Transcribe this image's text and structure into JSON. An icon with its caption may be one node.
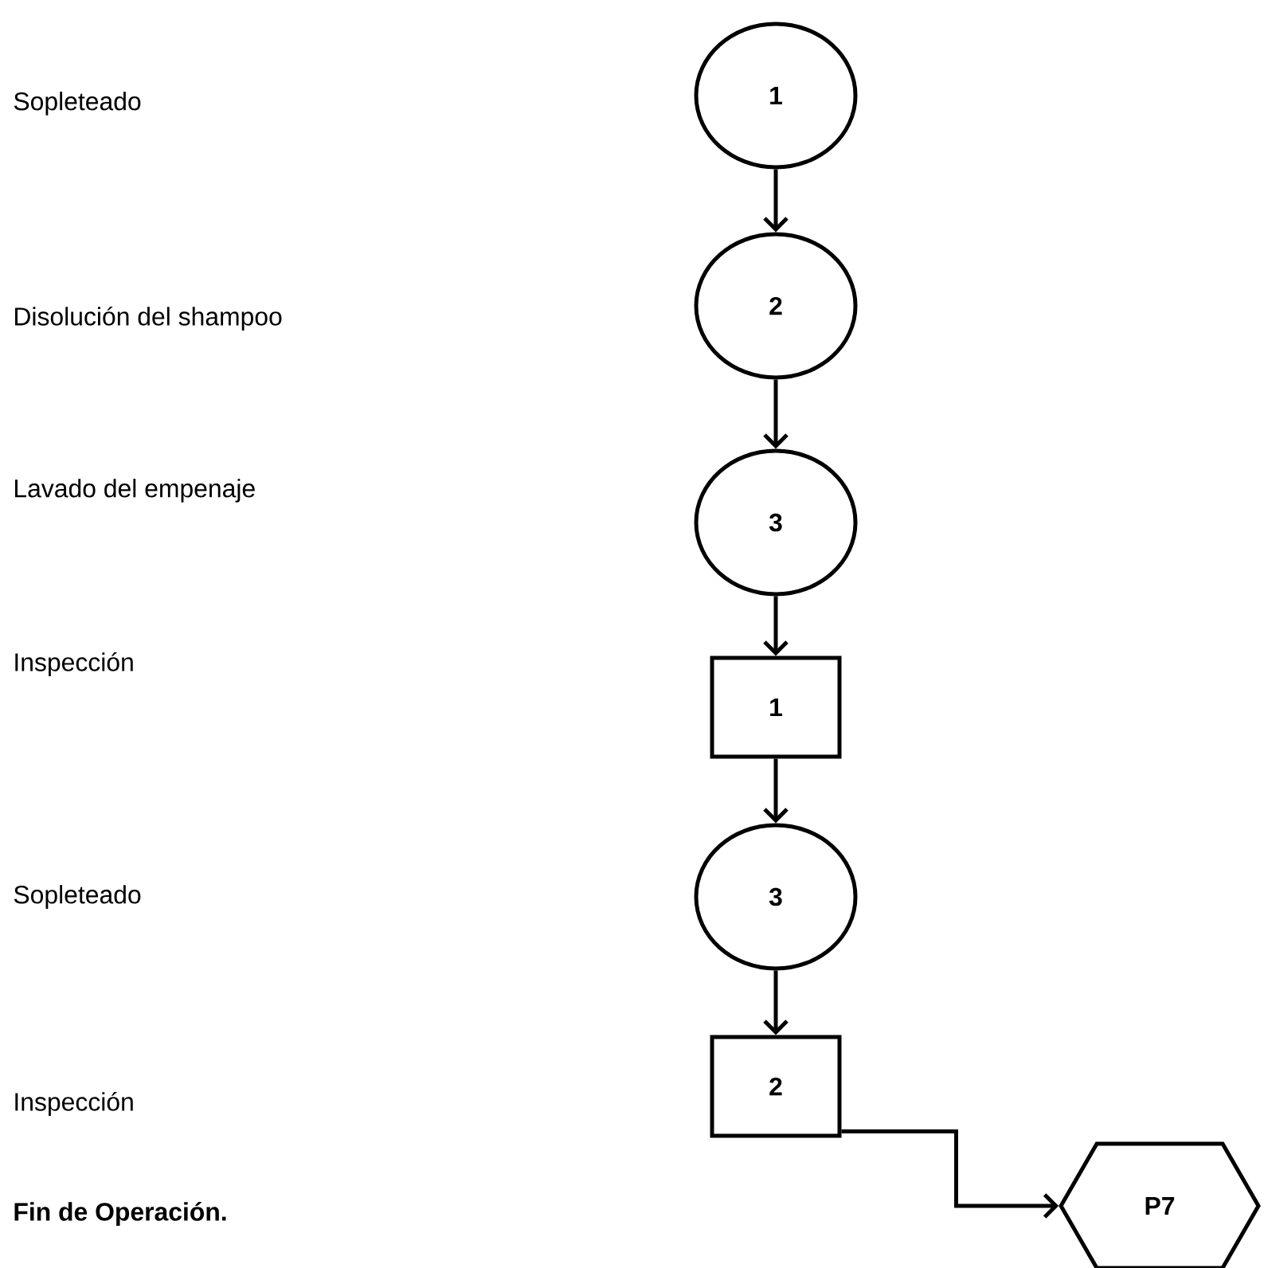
{
  "diagram": {
    "nodes": [
      {
        "text": [
          "1"
        ]
      },
      {
        "text": [
          "2"
        ]
      },
      {
        "text": [
          "3"
        ]
      },
      {
        "text": [
          "1"
        ]
      },
      {
        "text": [
          "3"
        ]
      },
      {
        "text": [
          "2"
        ]
      },
      {
        "text": [
          "P7"
        ]
      }
    ],
    "edges": [
      {
        "from": 0,
        "to": 1,
        "arrow": "to"
      },
      {
        "from": 1,
        "to": 2,
        "arrow": "to"
      },
      {
        "from": 2,
        "to": 3,
        "arrow": "to"
      },
      {
        "from": 3,
        "to": 4,
        "arrow": "to"
      },
      {
        "from": 4,
        "to": 5,
        "arrow": "to"
      },
      {
        "from": 5,
        "to": 6,
        "arrow": "to"
      }
    ],
    "labels": [
      "Sopleteado",
      "Disolución del shampoo",
      "Lavado del empenaje",
      "Inspección",
      "Sopleteado",
      "Inspección",
      "**Fin de Operación.**"
    ]
  }
}
